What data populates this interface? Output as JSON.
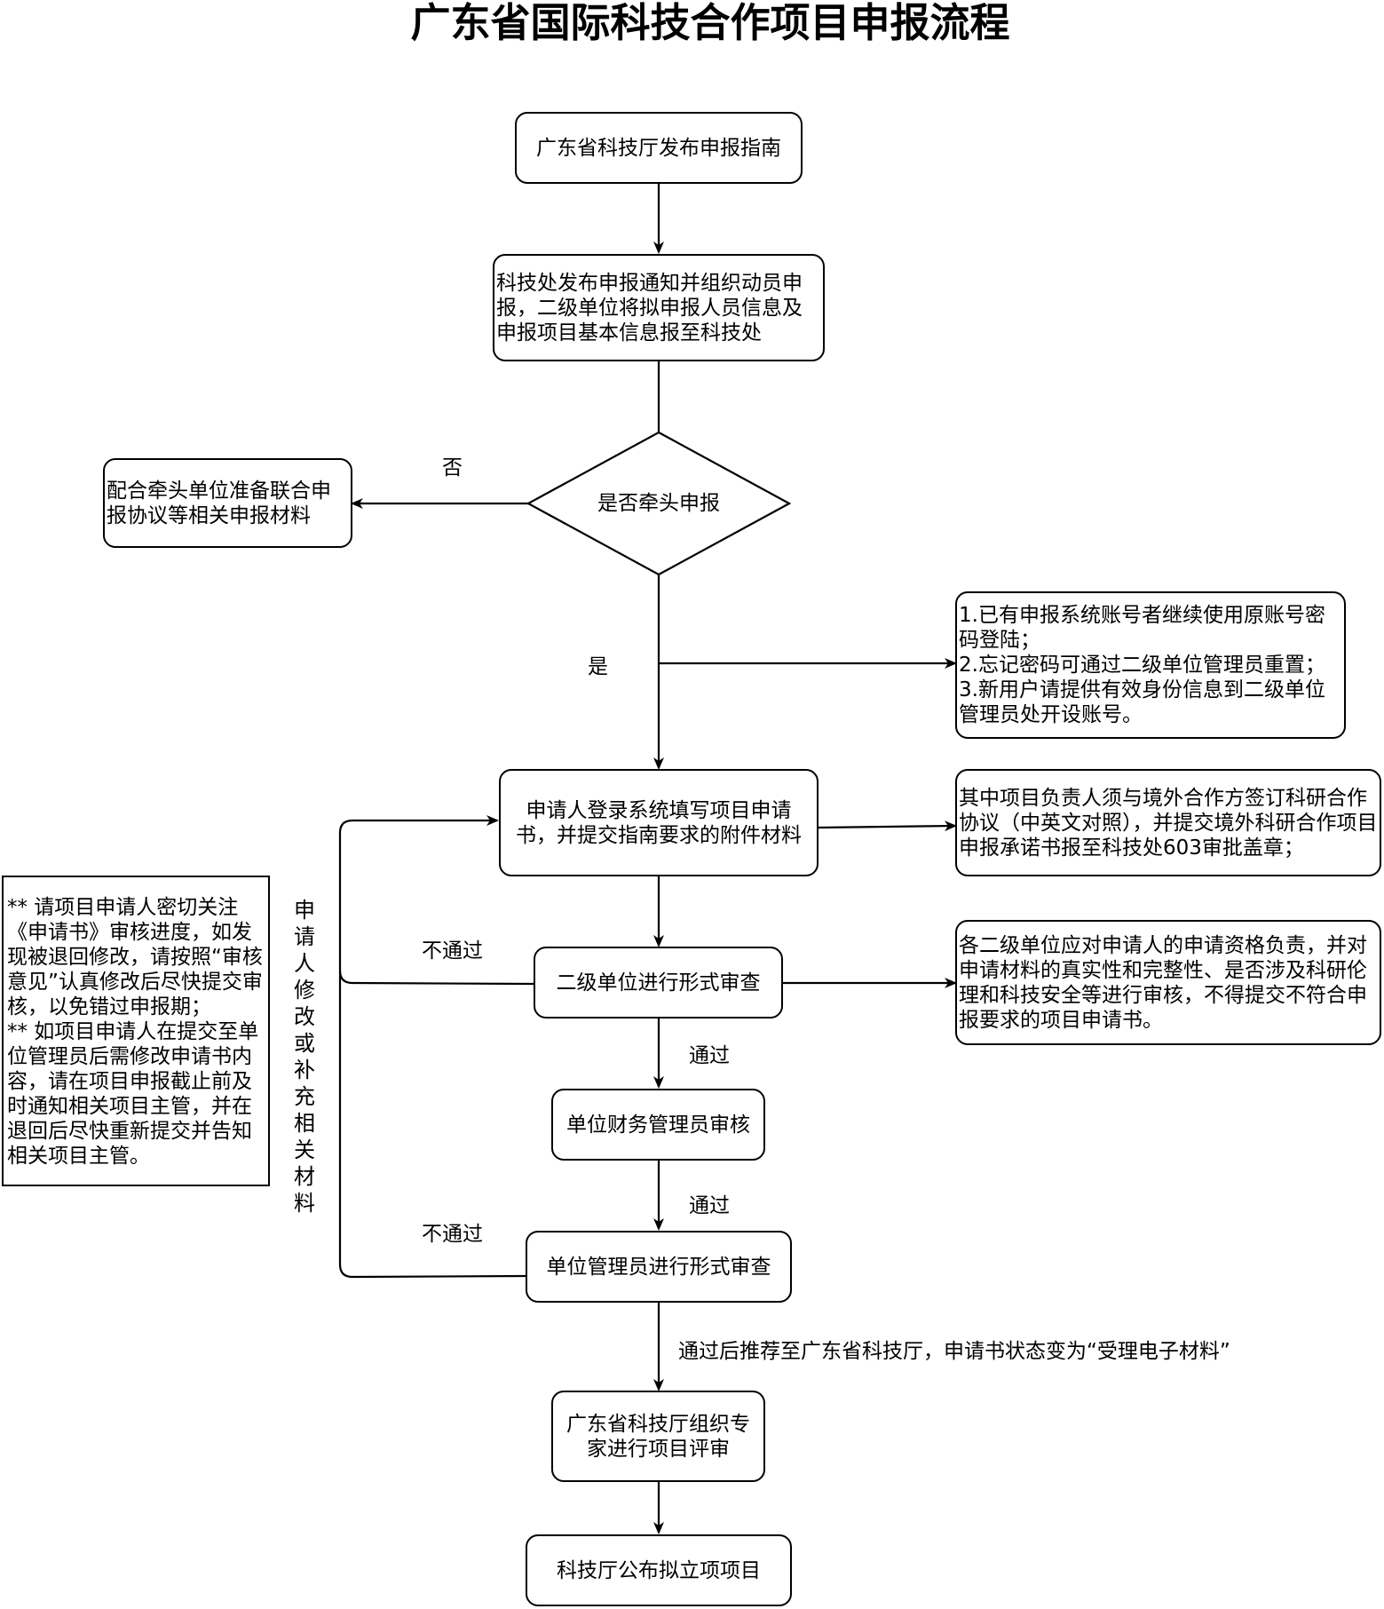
{
  "title": "广东省国际科技合作项目申报流程",
  "nodes": {
    "guide": "广东省科技厅发布申报指南",
    "notify": "科技处发布申报通知并组织动员申报，二级单位将拟申报人员信息及申报项目基本信息报至科技处",
    "decision": "是否牵头申报",
    "partner": "配合牵头单位准备联合申报协议等相关申报材料",
    "account": "1.已有申报系统账号者继续使用原账号密码登陆；\n2.忘记密码可通过二级单位管理员重置；\n3.新用户请提供有效身份信息到二级单位管理员处开设账号。",
    "fill": "申请人登录系统填写项目申请书，并提交指南要求的附件材料",
    "agreement": "其中项目负责人须与境外合作方签订科研合作协议（中英文对照），并提交境外科研合作项目申报承诺书报至科技处603审批盖章；",
    "secondary": "二级单位进行形式审查",
    "responsibility": "各二级单位应对申请人的申请资格负责，并对申请材料的真实性和完整性、是否涉及科研伦理和科技安全等进行审核，不得提交不符合申报要求的项目申请书。",
    "finance": "单位财务管理员审核",
    "admin": "单位管理员进行形式审查",
    "expert": "广东省科技厅组织专家进行项目评审",
    "publish": "科技厅公布拟立项项目"
  },
  "labels": {
    "no": "否",
    "yes": "是",
    "fail1": "不通过",
    "fail2": "不通过",
    "pass1": "通过",
    "pass2": "通过",
    "recommend": "通过后推荐至广东省科技厅，申请书状态变为“受理电子材料”",
    "resubmit": "申\n请\n人\n修\n改\n或\n补\n充\n相\n关\n材\n料"
  },
  "note": "** 请项目申请人密切关注《申请书》审核进度，如发现被退回修改，请按照“审核意见”认真修改后尽快提交审核，以免错过申报期；\n** 如项目申请人在提交至单位管理员后需修改申请书内容，请在项目申报截止前及时通知相关项目主管，并在退回后尽快重新提交并告知相关项目主管。"
}
